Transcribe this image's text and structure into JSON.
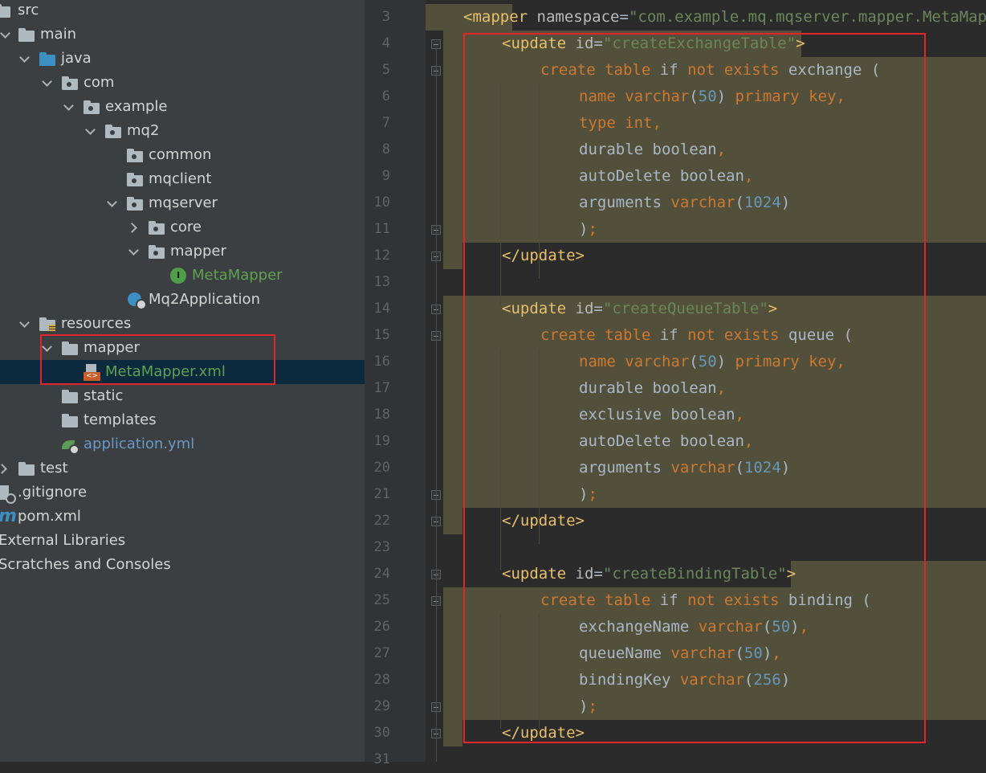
{
  "project_tree": {
    "items": [
      {
        "label": "src",
        "icon": "folder-icon"
      },
      {
        "label": "main",
        "icon": "folder-icon"
      },
      {
        "label": "java",
        "icon": "source-folder-icon"
      },
      {
        "label": "com",
        "icon": "package-icon"
      },
      {
        "label": "example",
        "icon": "package-icon"
      },
      {
        "label": "mq2",
        "icon": "package-icon"
      },
      {
        "label": "common",
        "icon": "package-icon"
      },
      {
        "label": "mqclient",
        "icon": "package-icon"
      },
      {
        "label": "mqserver",
        "icon": "package-icon"
      },
      {
        "label": "core",
        "icon": "package-icon"
      },
      {
        "label": "mapper",
        "icon": "package-icon"
      },
      {
        "label": "MetaMapper",
        "icon": "interface-icon",
        "icon_letter": "I"
      },
      {
        "label": "Mq2Application",
        "icon": "spring-app-icon"
      },
      {
        "label": "resources",
        "icon": "resources-folder-icon"
      },
      {
        "label": "mapper",
        "icon": "folder-icon"
      },
      {
        "label": "MetaMapper.xml",
        "icon": "xml-file-icon",
        "selected": true
      },
      {
        "label": "static",
        "icon": "folder-icon"
      },
      {
        "label": "templates",
        "icon": "folder-icon"
      },
      {
        "label": "application.yml",
        "icon": "yaml-file-icon"
      },
      {
        "label": "test",
        "icon": "folder-icon"
      },
      {
        "label": ".gitignore",
        "icon": "gitignore-icon"
      },
      {
        "label": "pom.xml",
        "icon": "maven-icon",
        "icon_glyph": "m"
      },
      {
        "label": "External Libraries",
        "icon": "none"
      },
      {
        "label": "Scratches and Consoles",
        "icon": "none"
      }
    ]
  },
  "editor": {
    "lines": [
      {
        "no": "3",
        "tokens": [
          [
            "tag",
            "<mapper"
          ],
          [
            "plain",
            " "
          ],
          [
            "attr",
            "namespace"
          ],
          [
            "plain",
            "="
          ],
          [
            "str",
            "\"com.example.mq.mqserver.mapper.MetaMapper\""
          ],
          [
            "tag",
            ">"
          ]
        ]
      },
      {
        "no": "4",
        "tokens": [
          [
            "tag",
            "<update"
          ],
          [
            "plain",
            " "
          ],
          [
            "attr",
            "id"
          ],
          [
            "plain",
            "="
          ],
          [
            "str",
            "\"createExchangeTable\""
          ],
          [
            "tag",
            ">"
          ]
        ]
      },
      {
        "no": "5",
        "tokens": [
          [
            "kw",
            "create"
          ],
          [
            "plain",
            " "
          ],
          [
            "kw",
            "table"
          ],
          [
            "plain",
            " if "
          ],
          [
            "kw",
            "not"
          ],
          [
            "plain",
            " "
          ],
          [
            "kw",
            "exists"
          ],
          [
            "plain",
            " exchange ("
          ]
        ]
      },
      {
        "no": "6",
        "tokens": [
          [
            "kw",
            "name"
          ],
          [
            "plain",
            " "
          ],
          [
            "kw",
            "varchar"
          ],
          [
            "plain",
            "("
          ],
          [
            "num",
            "50"
          ],
          [
            "plain",
            ") "
          ],
          [
            "kw",
            "primary"
          ],
          [
            "plain",
            " "
          ],
          [
            "kw",
            "key"
          ],
          [
            "kw",
            ","
          ]
        ]
      },
      {
        "no": "7",
        "tokens": [
          [
            "kw",
            "type"
          ],
          [
            "plain",
            " "
          ],
          [
            "kw",
            "int"
          ],
          [
            "kw",
            ","
          ]
        ]
      },
      {
        "no": "8",
        "tokens": [
          [
            "plain",
            "durable boolean"
          ],
          [
            "kw",
            ","
          ]
        ]
      },
      {
        "no": "9",
        "tokens": [
          [
            "plain",
            "autoDelete boolean"
          ],
          [
            "kw",
            ","
          ]
        ]
      },
      {
        "no": "10",
        "tokens": [
          [
            "plain",
            "arguments "
          ],
          [
            "kw",
            "varchar"
          ],
          [
            "plain",
            "("
          ],
          [
            "num",
            "1024"
          ],
          [
            "plain",
            ")"
          ]
        ]
      },
      {
        "no": "11",
        "tokens": [
          [
            "plain",
            ")"
          ],
          [
            "kw",
            ";"
          ]
        ]
      },
      {
        "no": "12",
        "tokens": [
          [
            "tag",
            "</update>"
          ]
        ]
      },
      {
        "no": "13",
        "tokens": []
      },
      {
        "no": "14",
        "tokens": [
          [
            "tag",
            "<update"
          ],
          [
            "plain",
            " "
          ],
          [
            "attr",
            "id"
          ],
          [
            "plain",
            "="
          ],
          [
            "str",
            "\"createQueueTable\""
          ],
          [
            "tag",
            ">"
          ]
        ]
      },
      {
        "no": "15",
        "tokens": [
          [
            "kw",
            "create"
          ],
          [
            "plain",
            " "
          ],
          [
            "kw",
            "table"
          ],
          [
            "plain",
            " if "
          ],
          [
            "kw",
            "not"
          ],
          [
            "plain",
            " "
          ],
          [
            "kw",
            "exists"
          ],
          [
            "plain",
            " queue ("
          ]
        ]
      },
      {
        "no": "16",
        "tokens": [
          [
            "kw",
            "name"
          ],
          [
            "plain",
            " "
          ],
          [
            "kw",
            "varchar"
          ],
          [
            "plain",
            "("
          ],
          [
            "num",
            "50"
          ],
          [
            "plain",
            ") "
          ],
          [
            "kw",
            "primary"
          ],
          [
            "plain",
            " "
          ],
          [
            "kw",
            "key"
          ],
          [
            "kw",
            ","
          ]
        ]
      },
      {
        "no": "17",
        "tokens": [
          [
            "plain",
            "durable boolean"
          ],
          [
            "kw",
            ","
          ]
        ]
      },
      {
        "no": "18",
        "tokens": [
          [
            "plain",
            "exclusive boolean"
          ],
          [
            "kw",
            ","
          ]
        ]
      },
      {
        "no": "19",
        "tokens": [
          [
            "plain",
            "autoDelete boolean"
          ],
          [
            "kw",
            ","
          ]
        ]
      },
      {
        "no": "20",
        "tokens": [
          [
            "plain",
            "arguments "
          ],
          [
            "kw",
            "varchar"
          ],
          [
            "plain",
            "("
          ],
          [
            "num",
            "1024"
          ],
          [
            "plain",
            ")"
          ]
        ]
      },
      {
        "no": "21",
        "tokens": [
          [
            "plain",
            ")"
          ],
          [
            "kw",
            ";"
          ]
        ]
      },
      {
        "no": "22",
        "tokens": [
          [
            "tag",
            "</update>"
          ]
        ]
      },
      {
        "no": "23",
        "tokens": []
      },
      {
        "no": "24",
        "tokens": [
          [
            "tag",
            "<update"
          ],
          [
            "plain",
            " "
          ],
          [
            "attr",
            "id"
          ],
          [
            "plain",
            "="
          ],
          [
            "str",
            "\"createBindingTable\""
          ],
          [
            "tag",
            ">"
          ]
        ]
      },
      {
        "no": "25",
        "tokens": [
          [
            "kw",
            "create"
          ],
          [
            "plain",
            " "
          ],
          [
            "kw",
            "table"
          ],
          [
            "plain",
            " if "
          ],
          [
            "kw",
            "not"
          ],
          [
            "plain",
            " "
          ],
          [
            "kw",
            "exists"
          ],
          [
            "plain",
            " binding ("
          ]
        ]
      },
      {
        "no": "26",
        "tokens": [
          [
            "plain",
            "exchangeName "
          ],
          [
            "kw",
            "varchar"
          ],
          [
            "plain",
            "("
          ],
          [
            "num",
            "50"
          ],
          [
            "plain",
            ")"
          ],
          [
            "kw",
            ","
          ]
        ]
      },
      {
        "no": "27",
        "tokens": [
          [
            "plain",
            "queueName "
          ],
          [
            "kw",
            "varchar"
          ],
          [
            "plain",
            "("
          ],
          [
            "num",
            "50"
          ],
          [
            "plain",
            ")"
          ],
          [
            "kw",
            ","
          ]
        ]
      },
      {
        "no": "28",
        "tokens": [
          [
            "plain",
            "bindingKey "
          ],
          [
            "kw",
            "varchar"
          ],
          [
            "plain",
            "("
          ],
          [
            "num",
            "256"
          ],
          [
            "plain",
            ")"
          ]
        ]
      },
      {
        "no": "29",
        "tokens": [
          [
            "plain",
            ")"
          ],
          [
            "kw",
            ";"
          ]
        ]
      },
      {
        "no": "30",
        "tokens": [
          [
            "tag",
            "</update>"
          ]
        ]
      },
      {
        "no": "31",
        "tokens": []
      }
    ]
  },
  "colors": {
    "tree_bg": "#3c3f41",
    "editor_bg": "#2b2b2b",
    "selection_bg": "#0d293e",
    "highlight_band": "#52503a",
    "annotation_red": "#e0252b",
    "tag": "#e8bf6a",
    "string": "#6a8759",
    "keyword": "#cc7832",
    "number": "#6897bb"
  }
}
